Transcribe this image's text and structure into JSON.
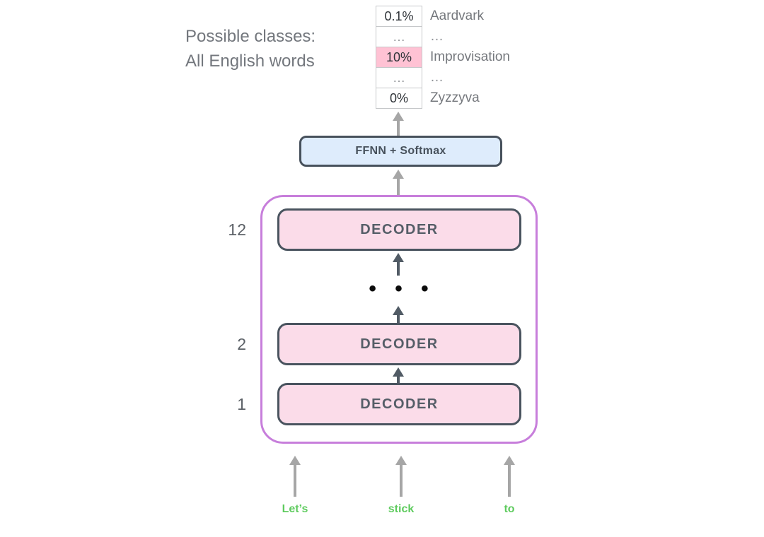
{
  "headline": {
    "line1": "Possible classes:",
    "line2": "All English words"
  },
  "classes_table": {
    "rows": [
      {
        "percent": "0.1%",
        "label": "Aardvark"
      },
      {
        "percent": "…",
        "label": "…"
      },
      {
        "percent": "10%",
        "label": "Improvisation"
      },
      {
        "percent": "…",
        "label": "…"
      },
      {
        "percent": "0%",
        "label": "Zyzzyva"
      }
    ]
  },
  "ffnn": {
    "label": "FFNN + Softmax"
  },
  "decoder_stack": {
    "dots": "• • •",
    "layers": [
      {
        "index": "12",
        "label": "DECODER"
      },
      {
        "index": "2",
        "label": "DECODER"
      },
      {
        "index": "1",
        "label": "DECODER"
      }
    ]
  },
  "input_tokens": [
    "Let’s",
    "stick",
    "to"
  ],
  "colors": {
    "stack_border": "#c77edb",
    "decoder_fill": "#fbdce9",
    "ffnn_fill": "#deecfc",
    "box_border": "#47515c",
    "highlight_cell": "#ffc2d4",
    "token_green": "#5ecb5e",
    "arrow_gray": "#a6a6a6",
    "arrow_dark": "#515b65",
    "text_gray": "#75787d"
  }
}
